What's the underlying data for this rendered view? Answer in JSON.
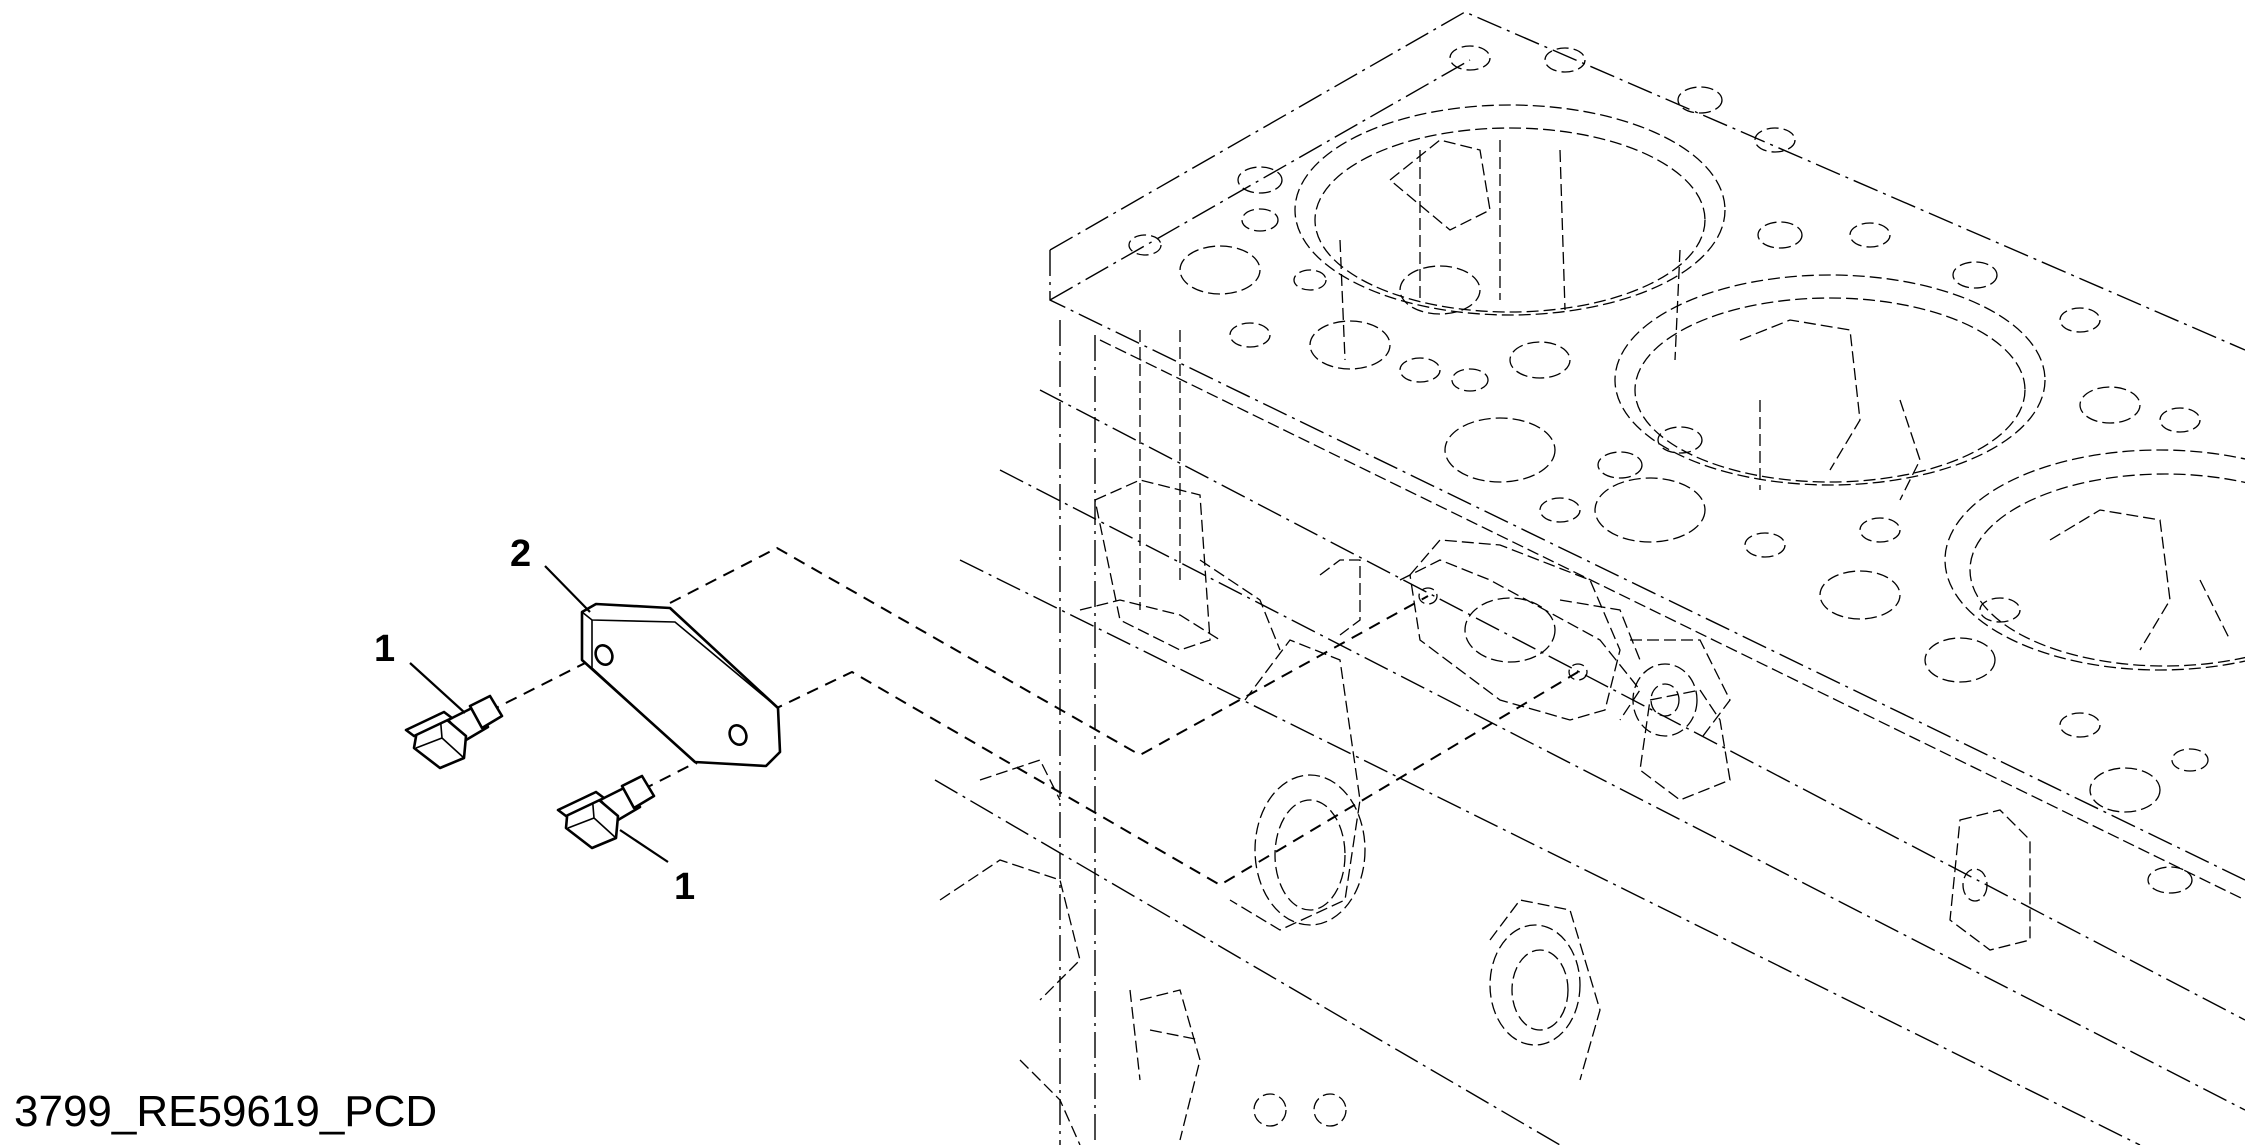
{
  "figure_id": "3799_RE59619_PCD",
  "callouts": [
    {
      "key": "bolt_upper",
      "number": "1",
      "part": "cap screw"
    },
    {
      "key": "plate",
      "number": "2",
      "part": "cover plate"
    },
    {
      "key": "bolt_lower",
      "number": "1",
      "part": "cap screw"
    }
  ],
  "colors": {
    "line": "#000000",
    "background": "#ffffff"
  }
}
